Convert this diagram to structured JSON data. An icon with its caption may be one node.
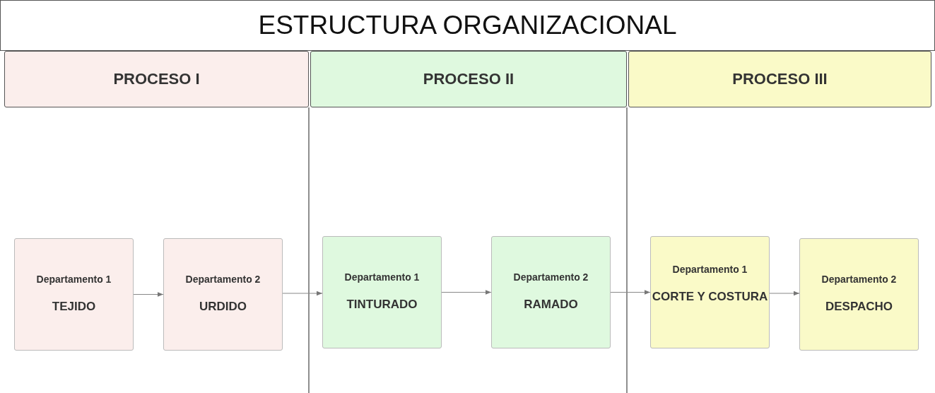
{
  "diagram": {
    "title": "ESTRUCTURA ORGANIZACIONAL",
    "nodes": [
      {
        "text": [
          "PROCESO I"
        ]
      },
      {
        "text": [
          "PROCESO II"
        ]
      },
      {
        "text": [
          "PROCESO III"
        ]
      },
      {
        "text": [
          "Departamento 1",
          "TEJIDO"
        ]
      },
      {
        "text": [
          "Departamento 2",
          "URDIDO"
        ]
      },
      {
        "text": [
          "Departamento 1",
          "TINTURADO"
        ]
      },
      {
        "text": [
          "Departamento 2",
          "RAMADO"
        ]
      },
      {
        "text": [
          "Departamento 1",
          "CORTE Y COSTURA"
        ]
      },
      {
        "text": [
          "Departamento 2",
          "DESPACHO"
        ]
      }
    ],
    "edges": [
      {
        "from": 3,
        "to": 4,
        "arrow": "to"
      },
      {
        "from": 4,
        "to": 5,
        "arrow": "to"
      },
      {
        "from": 5,
        "to": 6,
        "arrow": "to"
      },
      {
        "from": 6,
        "to": 7,
        "arrow": "to"
      },
      {
        "from": 7,
        "to": 8,
        "arrow": "to"
      }
    ]
  }
}
